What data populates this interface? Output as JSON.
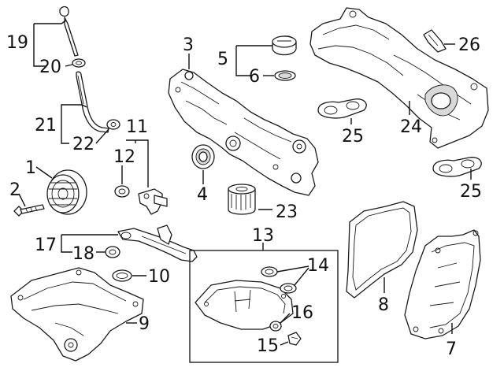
{
  "diagram": {
    "callouts": [
      {
        "id": "c1",
        "label": "1",
        "part": "crankshaft-pulley"
      },
      {
        "id": "c2",
        "label": "2",
        "part": "pulley-bolt"
      },
      {
        "id": "c3",
        "label": "3",
        "part": "timing-cover"
      },
      {
        "id": "c4",
        "label": "4",
        "part": "front-crankshaft-seal"
      },
      {
        "id": "c5",
        "label": "5",
        "part": "oil-filler-cap-assembly"
      },
      {
        "id": "c6",
        "label": "6",
        "part": "cap-gasket"
      },
      {
        "id": "c7",
        "label": "7",
        "part": "engine-cover-side"
      },
      {
        "id": "c8",
        "label": "8",
        "part": "cover-gasket"
      },
      {
        "id": "c9",
        "label": "9",
        "part": "oil-pan-upper"
      },
      {
        "id": "c10",
        "label": "10",
        "part": "o-ring"
      },
      {
        "id": "c11",
        "label": "11",
        "part": "pcv-valve-assembly"
      },
      {
        "id": "c12",
        "label": "12",
        "part": "pcv-gasket"
      },
      {
        "id": "c13",
        "label": "13",
        "part": "oil-pan-lower-kit"
      },
      {
        "id": "c14",
        "label": "14",
        "part": "strainer-seals"
      },
      {
        "id": "c15",
        "label": "15",
        "part": "drain-plug"
      },
      {
        "id": "c16",
        "label": "16",
        "part": "drain-plug-gasket"
      },
      {
        "id": "c17",
        "label": "17",
        "part": "oil-pickup-tube"
      },
      {
        "id": "c18",
        "label": "18",
        "part": "pickup-o-ring"
      },
      {
        "id": "c19",
        "label": "19",
        "part": "dipstick"
      },
      {
        "id": "c20",
        "label": "20",
        "part": "dipstick-o-ring"
      },
      {
        "id": "c21",
        "label": "21",
        "part": "dipstick-tube"
      },
      {
        "id": "c22",
        "label": "22",
        "part": "tube-o-ring"
      },
      {
        "id": "c23",
        "label": "23",
        "part": "oil-filter"
      },
      {
        "id": "c24",
        "label": "24",
        "part": "intake-manifold"
      },
      {
        "id": "c25",
        "label": "25",
        "part": "intake-gasket"
      },
      {
        "id": "c25b",
        "label": "25",
        "part": "intake-gasket"
      },
      {
        "id": "c26",
        "label": "26",
        "part": "seal"
      }
    ]
  }
}
